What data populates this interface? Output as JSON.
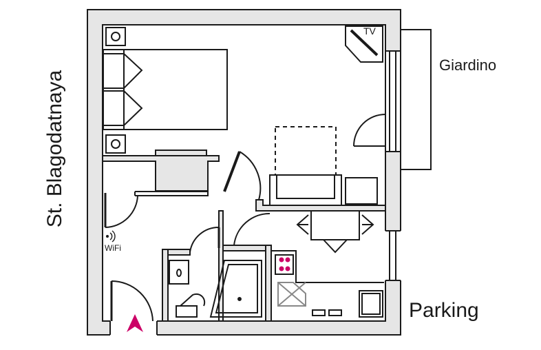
{
  "labels": {
    "street": "St. Blagodatnaya",
    "garden": "Giardino",
    "parking": "Parking",
    "tv": "TV",
    "wifi": "WiFi"
  },
  "colors": {
    "wall": "#e6e6e6",
    "line": "#1a1a1a",
    "accent": "#cc0066"
  },
  "icons": [
    "entrance-arrow-icon",
    "wifi-icon",
    "tv-icon",
    "bed-icon",
    "sofa-icon",
    "dining-table-icon",
    "stove-icon",
    "sink-icon",
    "toilet-icon",
    "shower-icon"
  ]
}
